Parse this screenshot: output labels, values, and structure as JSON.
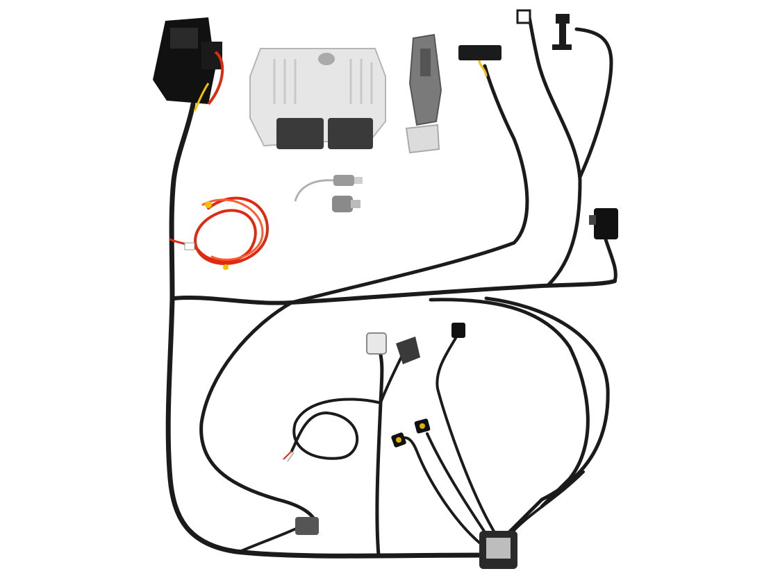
{
  "photo": {
    "subject": "engine-wiring-harness-kit",
    "background_color": "#ffffff",
    "colors": {
      "harness": "#1b1b1b",
      "ecu_body": "#e6e6e6",
      "ecu_connector": "#3a3a3a",
      "power_wire": "#e02a10",
      "tape": "#f2c200",
      "sensor_metal": "#9a9a9a"
    },
    "components": [
      "fuse-relay-box",
      "engine-control-module",
      "accelerator-pedal",
      "oxygen-sensor",
      "map-sensor",
      "battery-power-wires",
      "wiring-harness-loom",
      "harness-connectors"
    ]
  }
}
